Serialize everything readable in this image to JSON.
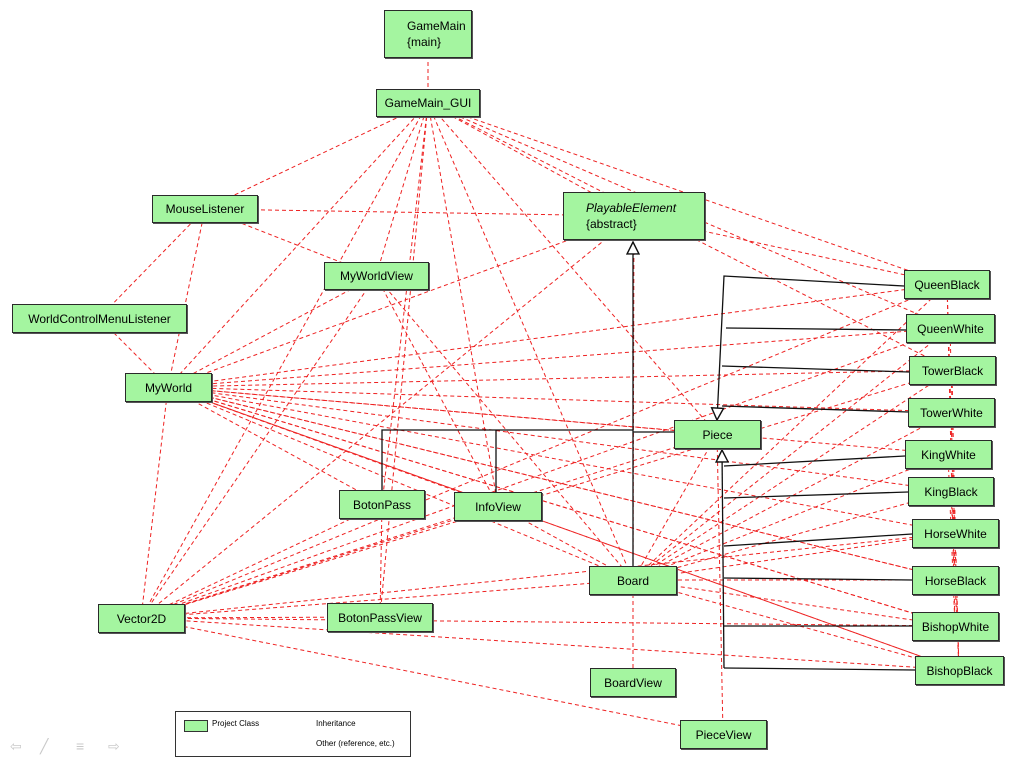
{
  "diagram": {
    "nodes": {
      "game_main": {
        "line1": "GameMain",
        "line2": "{main}"
      },
      "game_main_gui": "GameMain_GUI",
      "mouse_listener": "MouseListener",
      "playable_element": {
        "line1": "PlayableElement",
        "line2": "{abstract}"
      },
      "my_world_view": "MyWorldView",
      "world_control_menu_listener": "WorldControlMenuListener",
      "my_world": "MyWorld",
      "piece": "Piece",
      "boton_pass": "BotonPass",
      "info_view": "InfoView",
      "board": "Board",
      "vector2d": "Vector2D",
      "boton_pass_view": "BotonPassView",
      "board_view": "BoardView",
      "piece_view": "PieceView",
      "queen_black": "QueenBlack",
      "queen_white": "QueenWhite",
      "tower_black": "TowerBlack",
      "tower_white": "TowerWhite",
      "king_white": "KingWhite",
      "king_black": "KingBlack",
      "horse_white": "HorseWhite",
      "horse_black": "HorseBlack",
      "bishop_white": "BishopWhite",
      "bishop_black": "BishopBlack"
    },
    "legend": {
      "project_class": "Project Class",
      "inheritance": "Inheritance",
      "other": "Other (reference, etc.)"
    },
    "colors": {
      "node_fill": "#a4f5a0",
      "reference_edge": "#ee2222",
      "inheritance_edge": "#111111"
    }
  },
  "nav_icons": [
    "arrow-left-icon",
    "pen-icon",
    "menu-icon",
    "arrow-right-icon"
  ]
}
